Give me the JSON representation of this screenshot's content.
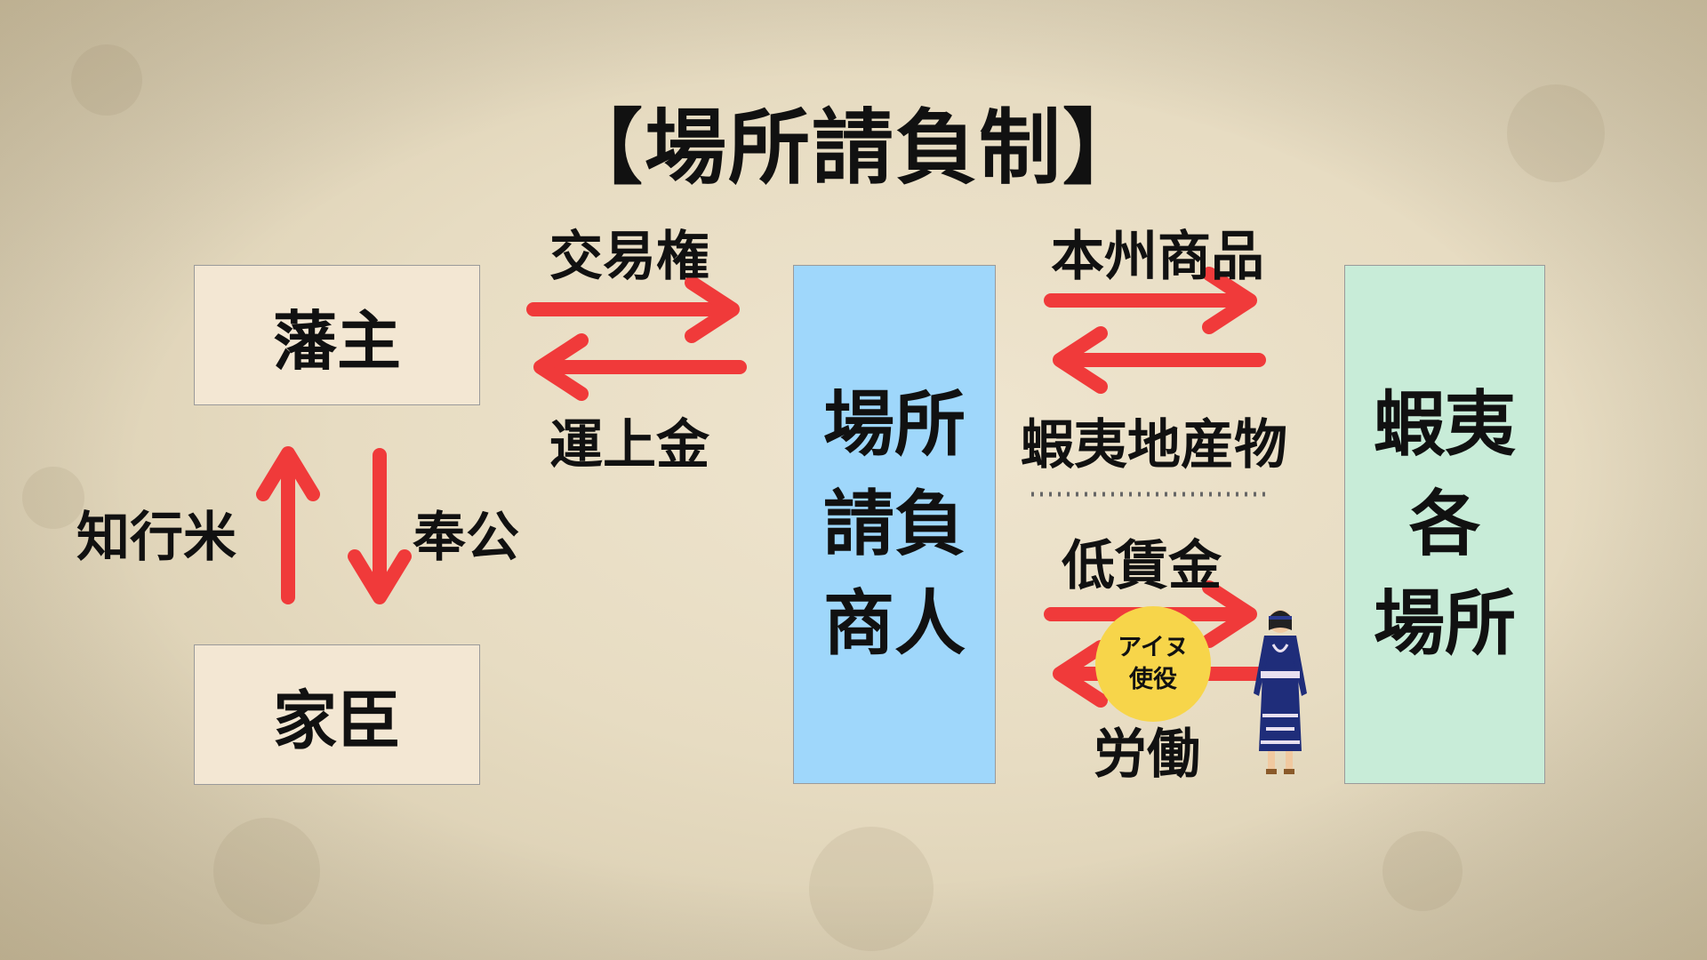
{
  "title": "【場所請負制】",
  "boxes": {
    "lord": "藩主",
    "retainer": "家臣",
    "merchant": [
      "場所",
      "請負",
      "商人"
    ],
    "places": [
      "蝦夷",
      "各",
      "場所"
    ]
  },
  "labels": {
    "trade_rights": "交易権",
    "tax": "運上金",
    "stipend_rice": "知行米",
    "service": "奉公",
    "honshu_goods": "本州商品",
    "ezo_products": "蝦夷地産物",
    "low_wages": "低賃金",
    "labor": "労働"
  },
  "badge": [
    "アイヌ",
    "使役"
  ],
  "colors": {
    "arrow": "#f03a3a",
    "lord_box": "#f3e7d3",
    "merchant_box": "#9fd7fb",
    "places_box": "#c8ecd8",
    "badge": "#f7d54a"
  }
}
